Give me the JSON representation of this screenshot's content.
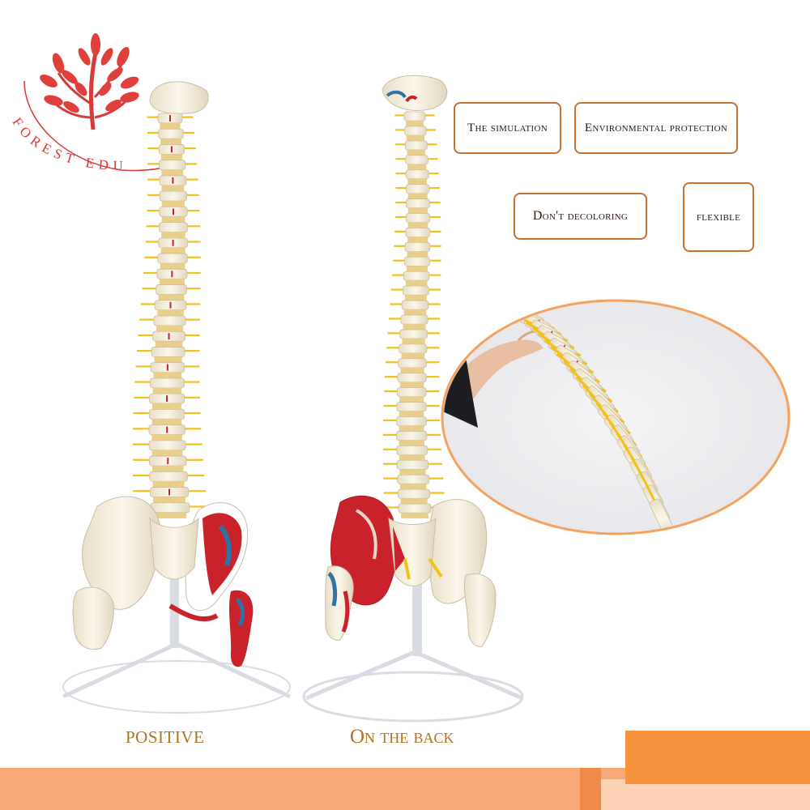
{
  "logo": {
    "text": "FOREST EDU",
    "color": "#d83a3a",
    "icon": "red-tree-logo"
  },
  "features": {
    "simulation": "The simulation",
    "environmental": "Environmental protection",
    "decoloring": "Don't decoloring",
    "flexible": "flexible"
  },
  "captions": {
    "front_view": "POSITIVE",
    "back_view": "On the back"
  },
  "images": {
    "front_model": "spine-model-front-icon",
    "back_model": "spine-model-back-icon",
    "bend_detail": "flexible-spine-detail-icon"
  },
  "colors": {
    "accent": "#f08a4a",
    "caption": "#b0741e",
    "box_border": "#c9702f",
    "bone": "#f3ead7",
    "muscle_red": "#c9222a",
    "nerve_yellow": "#f2c21b"
  }
}
